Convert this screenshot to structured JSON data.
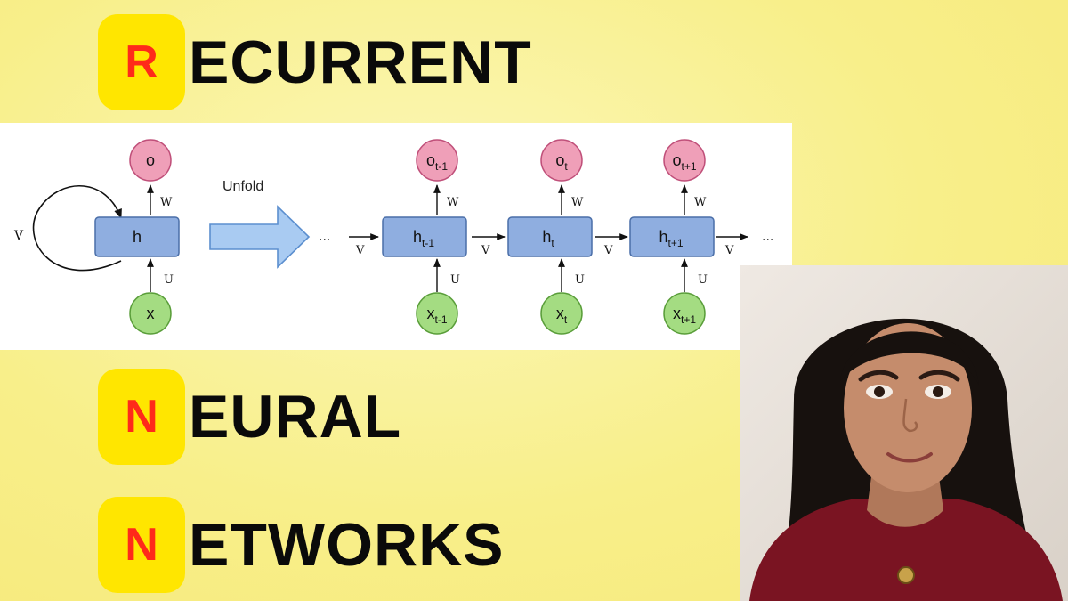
{
  "title": {
    "line1": {
      "badge_letter": "R",
      "rest": "ECURRENT"
    },
    "line2": {
      "badge_letter": "N",
      "rest": "EURAL"
    },
    "line3": {
      "badge_letter": "N",
      "rest": "ETWORKS"
    }
  },
  "colors": {
    "background": "#f8ef8a",
    "badge": "#ffe600",
    "badge_letter": "#ff2a1a",
    "hidden_node": "#8faee0",
    "output_node": "#ef9fb8",
    "input_node": "#a4dc82"
  },
  "diagram": {
    "unfold_label": "Unfold",
    "folded": {
      "output": "o",
      "hidden": "h",
      "input": "x",
      "w": "W",
      "u": "U",
      "v": "V"
    },
    "ellipsis_left": "···",
    "ellipsis_right": "···",
    "steps": [
      {
        "o_base": "o",
        "o_sub": "t-1",
        "h_base": "h",
        "h_sub": "t-1",
        "x_base": "x",
        "x_sub": "t-1",
        "w": "W",
        "u": "U"
      },
      {
        "o_base": "o",
        "o_sub": "t",
        "h_base": "h",
        "h_sub": "t",
        "x_base": "x",
        "x_sub": "t",
        "w": "W",
        "u": "U"
      },
      {
        "o_base": "o",
        "o_sub": "t+1",
        "h_base": "h",
        "h_sub": "t+1",
        "x_base": "x",
        "x_sub": "t+1",
        "w": "W",
        "u": "U"
      }
    ],
    "v_labels": [
      "V",
      "V",
      "V",
      "V"
    ]
  },
  "photo": {
    "icon": "presenter-photo"
  }
}
